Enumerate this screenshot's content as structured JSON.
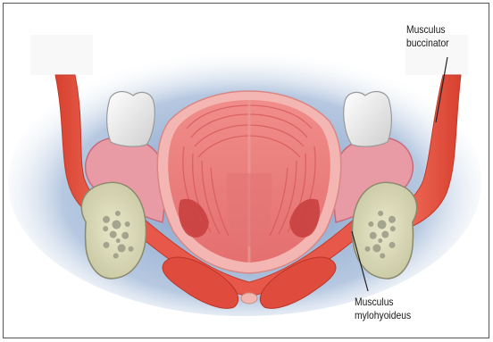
{
  "labels": {
    "buccinator": [
      "Musculus",
      "buccinator"
    ],
    "mylohyoideus": [
      "Musculus",
      "mylohyoideus"
    ]
  },
  "colors": {
    "muscle": "#e04a3c",
    "muscle_light": "#ef8a7f",
    "tongue": "#ec7f7c",
    "tongue_stripe": "#d95f5f",
    "gum": "#e89aa5",
    "tooth": "#ececec",
    "bone": "#d9d8b8",
    "bone_marrow": "#9a9b86",
    "soft_tissue": "#4d6fa0",
    "leader": "#222222"
  }
}
